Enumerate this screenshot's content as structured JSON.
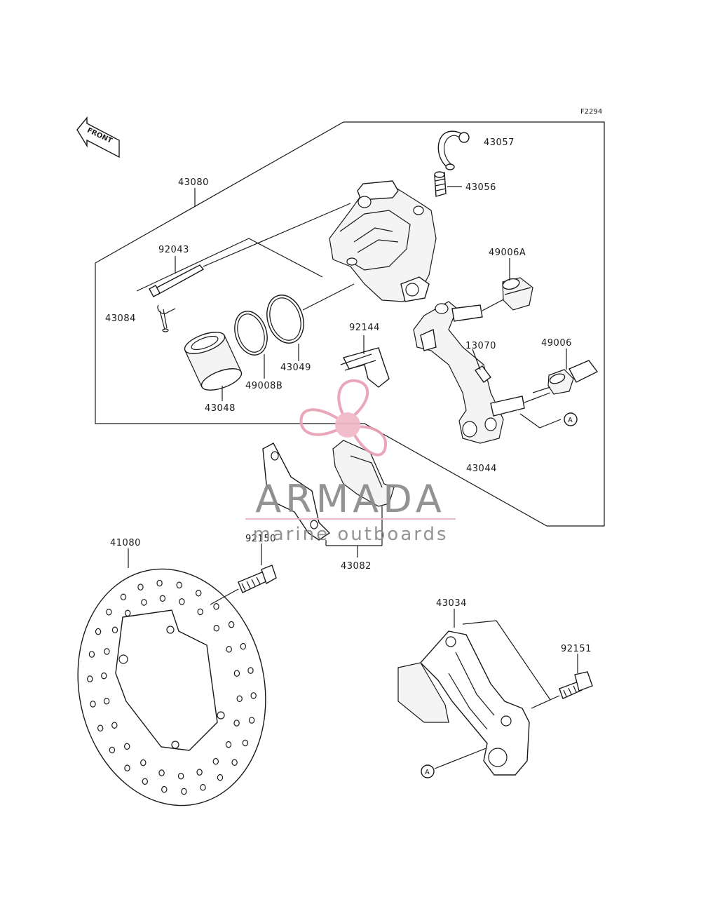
{
  "figure_code": "F2294",
  "direction_label": "FRONT",
  "callout_letter": "A",
  "part_numbers": {
    "p43057": "43057",
    "p43056": "43056",
    "p43080": "43080",
    "p92043": "92043",
    "p43084": "43084",
    "p49006A": "49006A",
    "p92144": "92144",
    "p13070": "13070",
    "p49006": "49006",
    "p43049": "43049",
    "p49008B": "49008B",
    "p43048": "43048",
    "p43044": "43044",
    "p41080": "41080",
    "p92150": "92150",
    "p43082": "43082",
    "p43034": "43034",
    "p92151": "92151"
  },
  "watermark": {
    "brand": "ARMADA",
    "tagline": "marine outboards",
    "colors": {
      "text": "#8a8a8a",
      "rule": "#e8b4c0",
      "logo": "#e8a0b4",
      "hub": "#f0b8c8"
    }
  }
}
